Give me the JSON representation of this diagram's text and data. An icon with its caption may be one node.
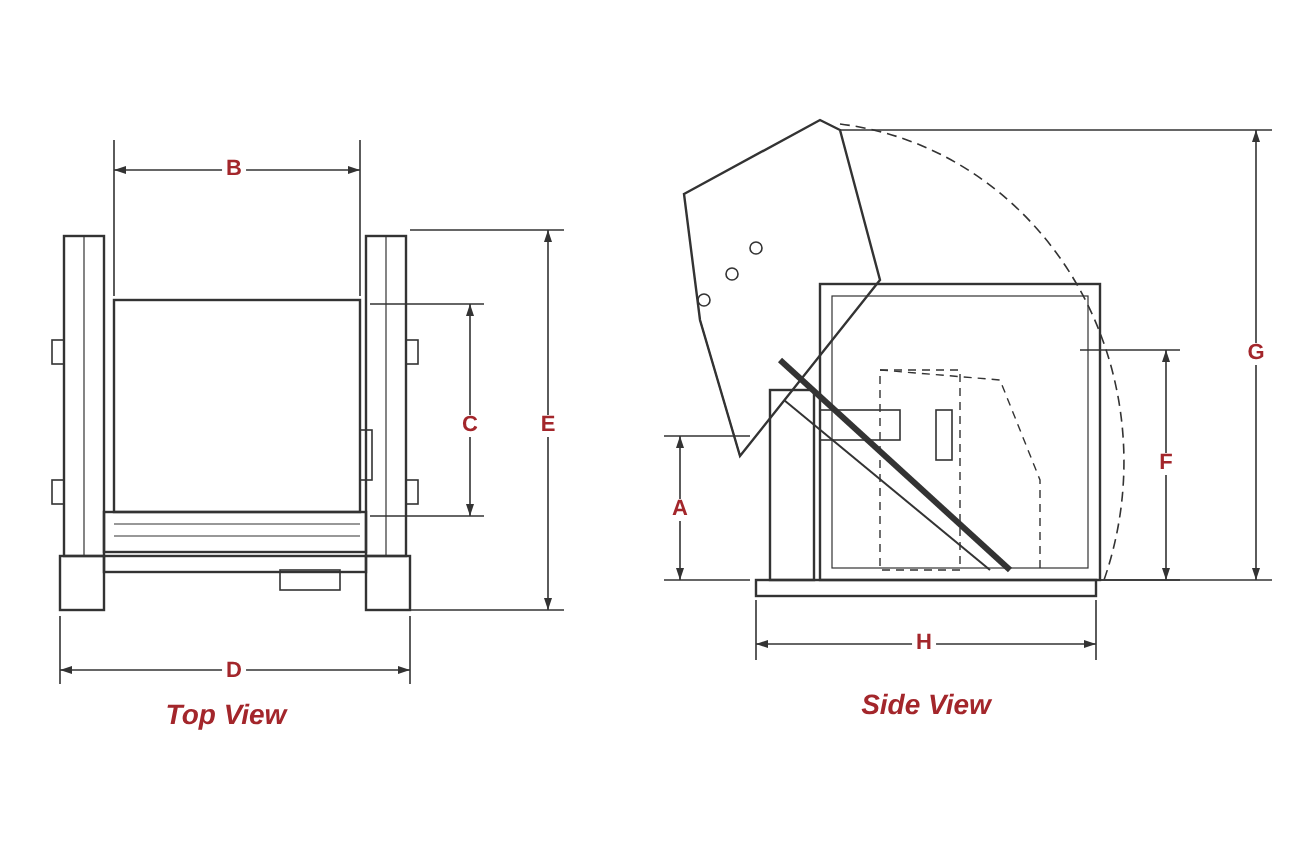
{
  "diagram": {
    "labels": [
      "B",
      "C",
      "E",
      "D",
      "Top View",
      "A",
      "F",
      "G",
      "H",
      "Side View"
    ]
  }
}
